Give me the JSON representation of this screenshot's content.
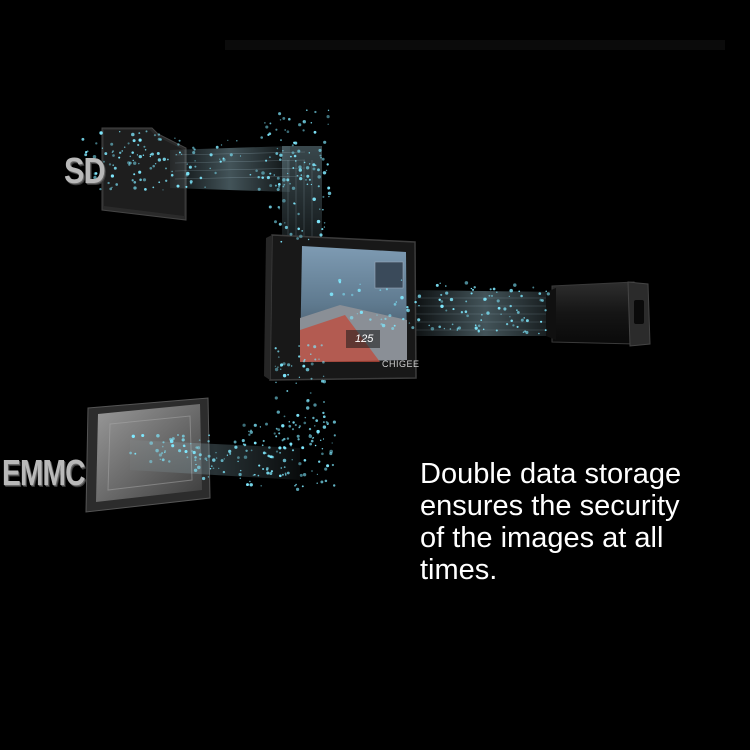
{
  "labels": {
    "sd": "SD",
    "emmc": "EMMC",
    "brand": "CHIGEE",
    "speed": "125"
  },
  "caption": {
    "lines": [
      "Double data storage",
      "ensures the security",
      "of the images at all",
      "times."
    ]
  },
  "colors": {
    "background": "#000000",
    "particle": "#7fe9ff",
    "caption_text": "#ffffff",
    "label_text": "#b9b9b9"
  }
}
